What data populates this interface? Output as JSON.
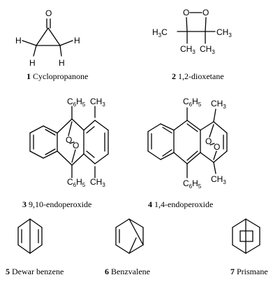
{
  "molecules": [
    {
      "number": "1",
      "name": "Cyclopropanone"
    },
    {
      "number": "2",
      "name": "1,2-dioxetane"
    },
    {
      "number": "3",
      "name": "9,10-endoperoxide"
    },
    {
      "number": "4",
      "name": "1,4-endoperoxide"
    },
    {
      "number": "5",
      "name": "Dewar benzene"
    },
    {
      "number": "6",
      "name": "Benzvalene"
    },
    {
      "number": "7",
      "name": "Prismane"
    }
  ],
  "atoms": {
    "oxygen": "O",
    "hydrogen": "H",
    "methyl_base": "CH",
    "methyl_sub": "3",
    "methyl_left_base": "H",
    "methyl_left_sub": "3",
    "methyl_left_tail": "C",
    "phenyl_base": "C",
    "phenyl_sub1": "6",
    "phenyl_mid": "H",
    "phenyl_sub2": "5"
  }
}
